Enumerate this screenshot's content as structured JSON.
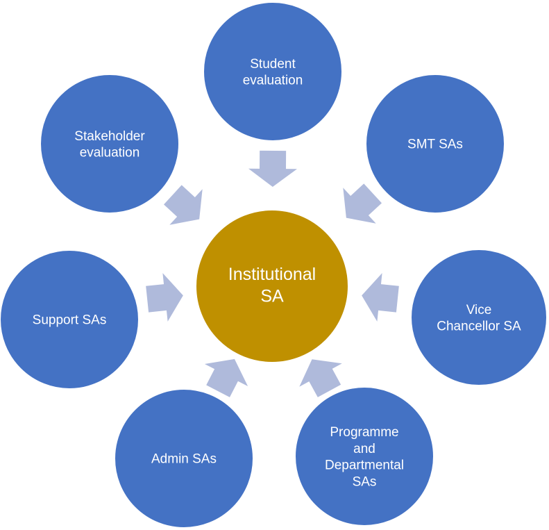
{
  "colors": {
    "outer": "#4472C4",
    "center": "#BF9000",
    "arrow": "#AFBADB",
    "stroke": "#ffffff"
  },
  "center": {
    "lines": [
      "Institutional",
      "SA"
    ]
  },
  "nodes": [
    {
      "id": "student-evaluation",
      "lines": [
        "Student",
        "evaluation"
      ]
    },
    {
      "id": "smt-sas",
      "lines": [
        "SMT SAs"
      ]
    },
    {
      "id": "vice-chancellor-sa",
      "lines": [
        "Vice",
        "Chancellor SA"
      ]
    },
    {
      "id": "programme-departmental-sas",
      "lines": [
        "Programme",
        "and",
        "Departmental",
        "SAs"
      ]
    },
    {
      "id": "admin-sas",
      "lines": [
        "Admin SAs"
      ]
    },
    {
      "id": "support-sas",
      "lines": [
        "Support SAs"
      ]
    },
    {
      "id": "stakeholder-evaluation",
      "lines": [
        "Stakeholder",
        "evaluation"
      ]
    }
  ]
}
